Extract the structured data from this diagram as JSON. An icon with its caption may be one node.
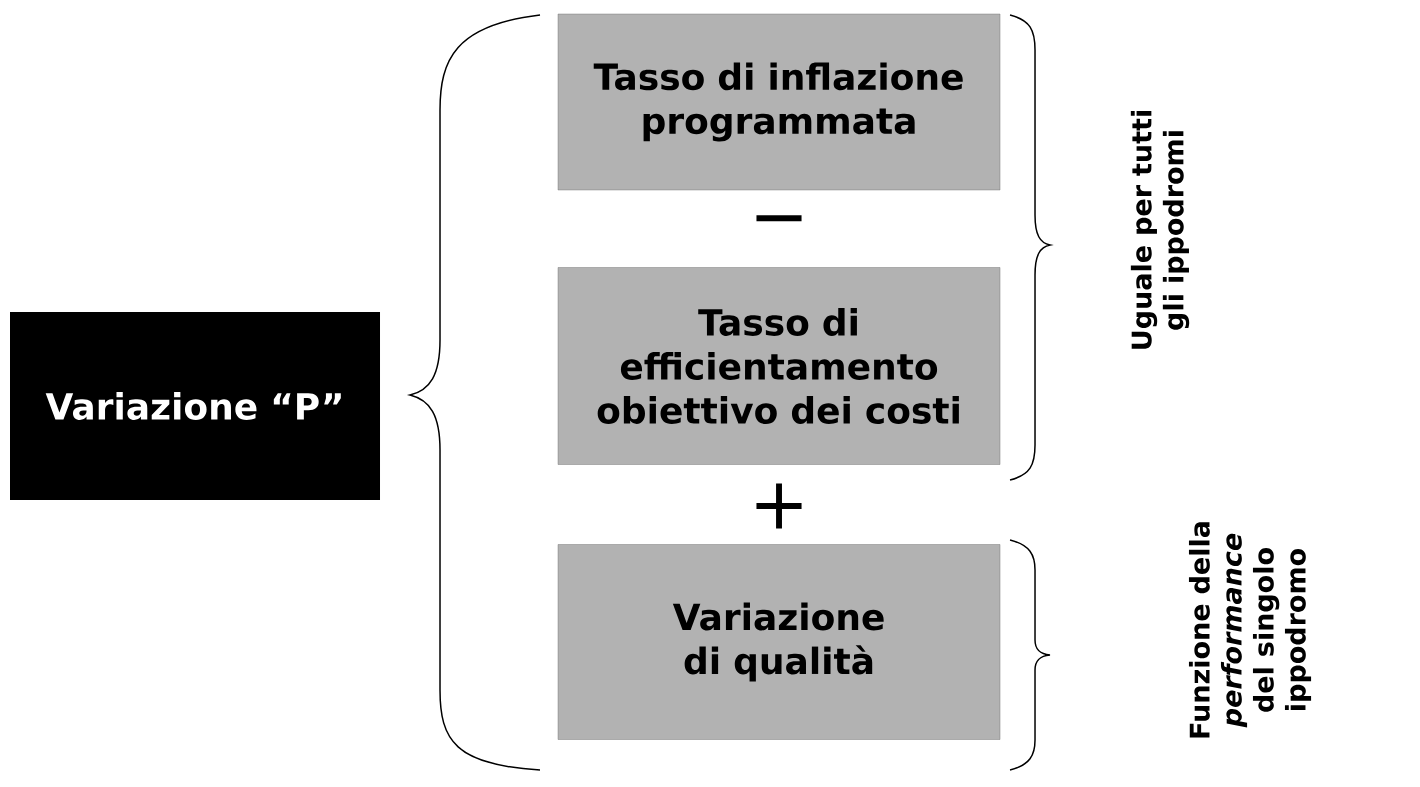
{
  "diagram": {
    "nodes": [
      {
        "text": [
          "Variazione “P”"
        ]
      },
      {
        "text": [
          "Tasso di inflazione programmata"
        ]
      },
      {
        "text": [
          "Tasso di efficientamento obiettivo dei costi"
        ]
      },
      {
        "text": [
          "Variazione di qualità"
        ]
      }
    ],
    "labels": [
      "−",
      "+",
      "Uguale per tutti gli ippodromi",
      "Funzione della *performance* del singolo ippodromo"
    ]
  }
}
